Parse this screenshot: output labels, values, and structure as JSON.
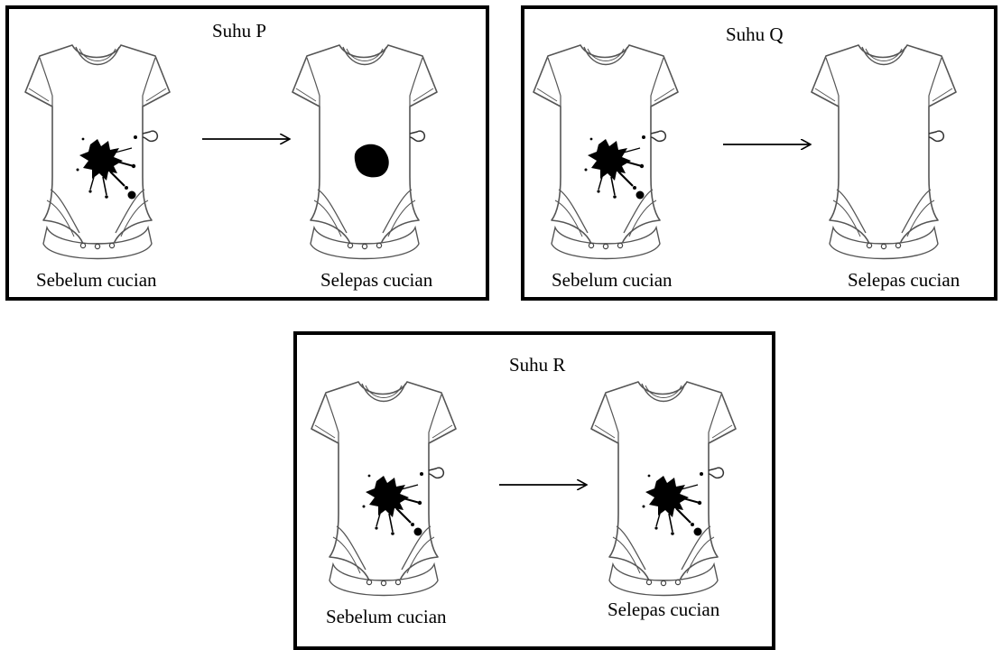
{
  "panels": [
    {
      "title": "Suhu P",
      "before_label": "Sebelum cucian",
      "after_label": "Selepas cucian",
      "stain_after": "small-blot"
    },
    {
      "title": "Suhu Q",
      "before_label": "Sebelum cucian",
      "after_label": "Selepas cucian",
      "stain_after": "none"
    },
    {
      "title": "Suhu R",
      "before_label": "Sebelum cucian",
      "after_label": "Selepas cucian",
      "stain_after": "splatter"
    }
  ],
  "colors": {
    "ink": "#000000",
    "outline": "#555555",
    "paper": "#ffffff"
  }
}
